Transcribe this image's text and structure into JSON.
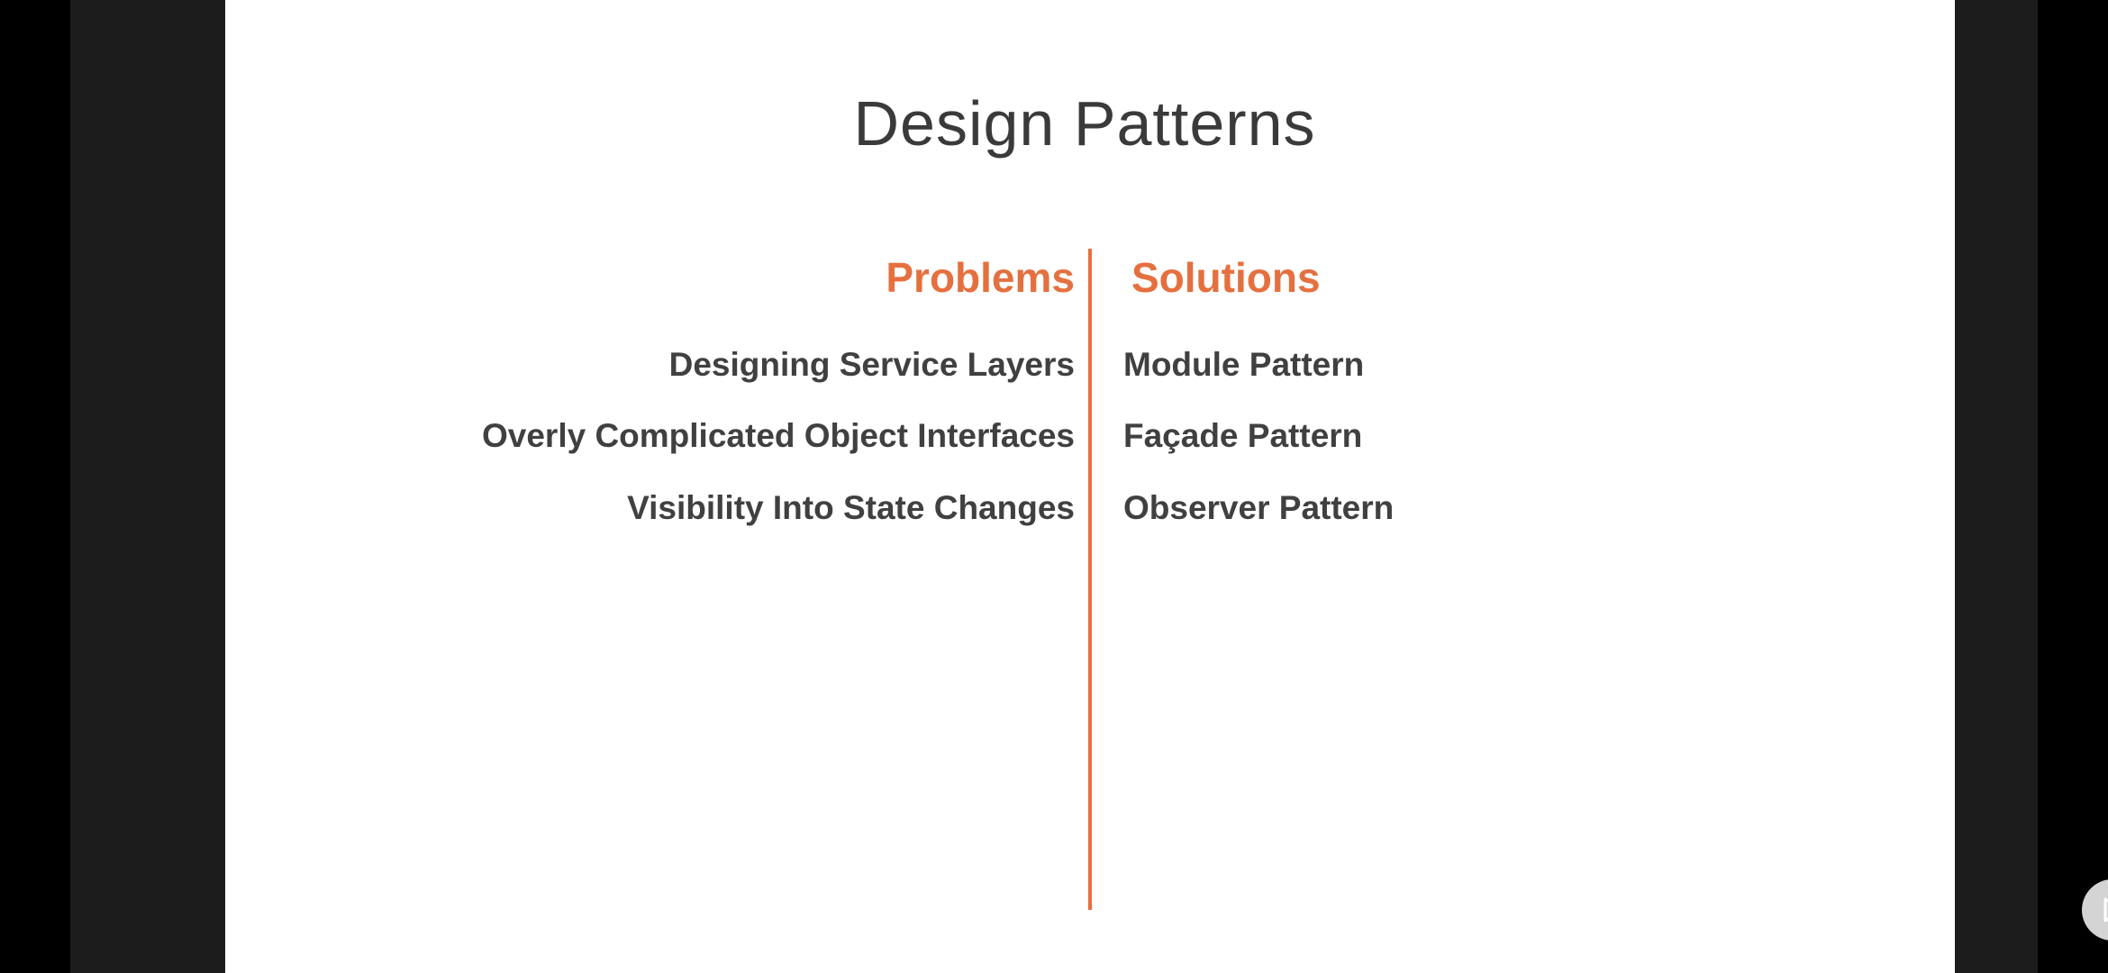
{
  "slide": {
    "title": "Design Patterns",
    "problems_heading": "Problems",
    "solutions_heading": "Solutions",
    "problems": [
      "Designing Service Layers",
      "Overly Complicated Object Interfaces",
      "Visibility Into State Changes"
    ],
    "solutions": [
      "Module Pattern",
      "Façade Pattern",
      "Observer Pattern"
    ]
  },
  "player": {
    "play_icon": "play-icon"
  },
  "colors": {
    "accent": "#e5703f",
    "text": "#404040",
    "title": "#3a3a3a",
    "slide_background": "#ffffff",
    "letterbox": "#000000"
  }
}
